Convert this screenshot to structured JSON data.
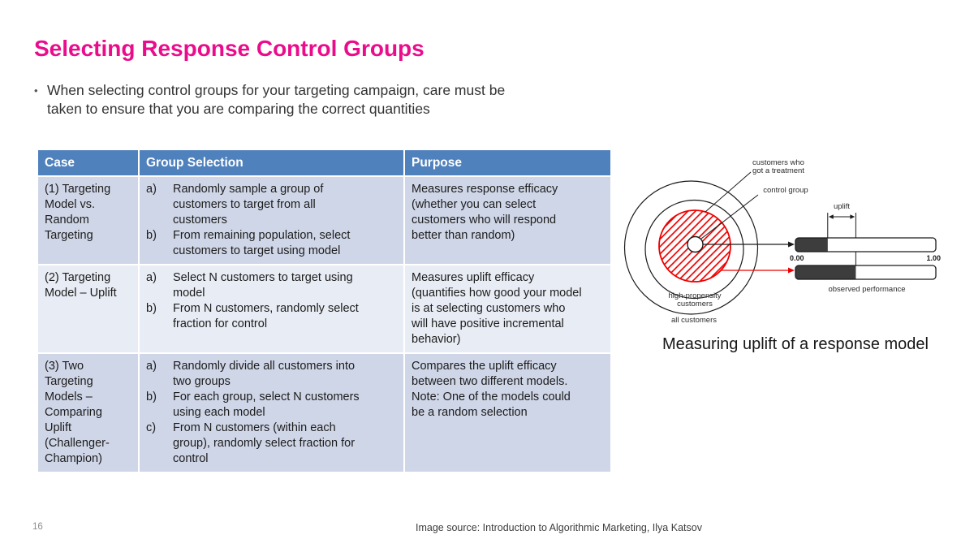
{
  "slide": {
    "title": "Selecting Response Control Groups",
    "bullet_marker": "•",
    "bullet": "When selecting control groups for your targeting campaign, care must be taken to ensure that you are comparing the correct quantities",
    "page_number": "16",
    "source": "Image source: Introduction to Algorithmic Marketing, Ilya Katsov"
  },
  "table": {
    "headers": [
      "Case",
      "Group Selection",
      "Purpose"
    ],
    "rows": [
      {
        "case": "(1) Targeting Model vs. Random Targeting",
        "steps": [
          {
            "marker": "a)",
            "text": "Randomly sample a group of customers to target from all customers"
          },
          {
            "marker": "b)",
            "text": "From remaining population, select customers to target using model"
          }
        ],
        "purpose": "Measures response efficacy (whether you can select customers who will respond better than random)"
      },
      {
        "case": "(2) Targeting Model – Uplift",
        "steps": [
          {
            "marker": "a)",
            "text": "Select N customers to target using model"
          },
          {
            "marker": "b)",
            "text": "From N customers, randomly select fraction for control"
          }
        ],
        "purpose": "Measures uplift efficacy (quantifies how good your model is at selecting customers who will have positive incremental behavior)"
      },
      {
        "case": "(3) Two Targeting Models – Comparing Uplift (Challenger-Champion)",
        "steps": [
          {
            "marker": "a)",
            "text": "Randomly divide all customers into two groups"
          },
          {
            "marker": "b)",
            "text": "For each group, select N customers using each model"
          },
          {
            "marker": "c)",
            "text": "From N customers (within each group), randomly select fraction for control"
          }
        ],
        "purpose": "Compares the uplift efficacy between two different models. Note: One of the models could be a random selection"
      }
    ]
  },
  "diagram": {
    "caption": "Measuring uplift of a response model",
    "label_treatment_line1": "customers who",
    "label_treatment_line2": "got a treatment",
    "label_control": "control group",
    "label_high_propensity_line1": "high-propensity",
    "label_high_propensity_line2": "customers",
    "label_all_customers": "all customers",
    "label_uplift": "uplift",
    "scale_min": "0.00",
    "scale_max": "1.00",
    "label_observed": "observed performance",
    "control_bar_fill": 0.23,
    "treatment_bar_fill": 0.43
  },
  "colors": {
    "title": "#EB0C8C",
    "table_header_bg": "#4F81BD",
    "table_header_text": "#FFFFFF",
    "row_odd_bg": "#CFD6E7",
    "row_even_bg": "#E8ECF4",
    "hatch_red": "#EE0000",
    "bar_fill_dark": "#3D3D3D",
    "diagram_line": "#1A1A1A"
  }
}
